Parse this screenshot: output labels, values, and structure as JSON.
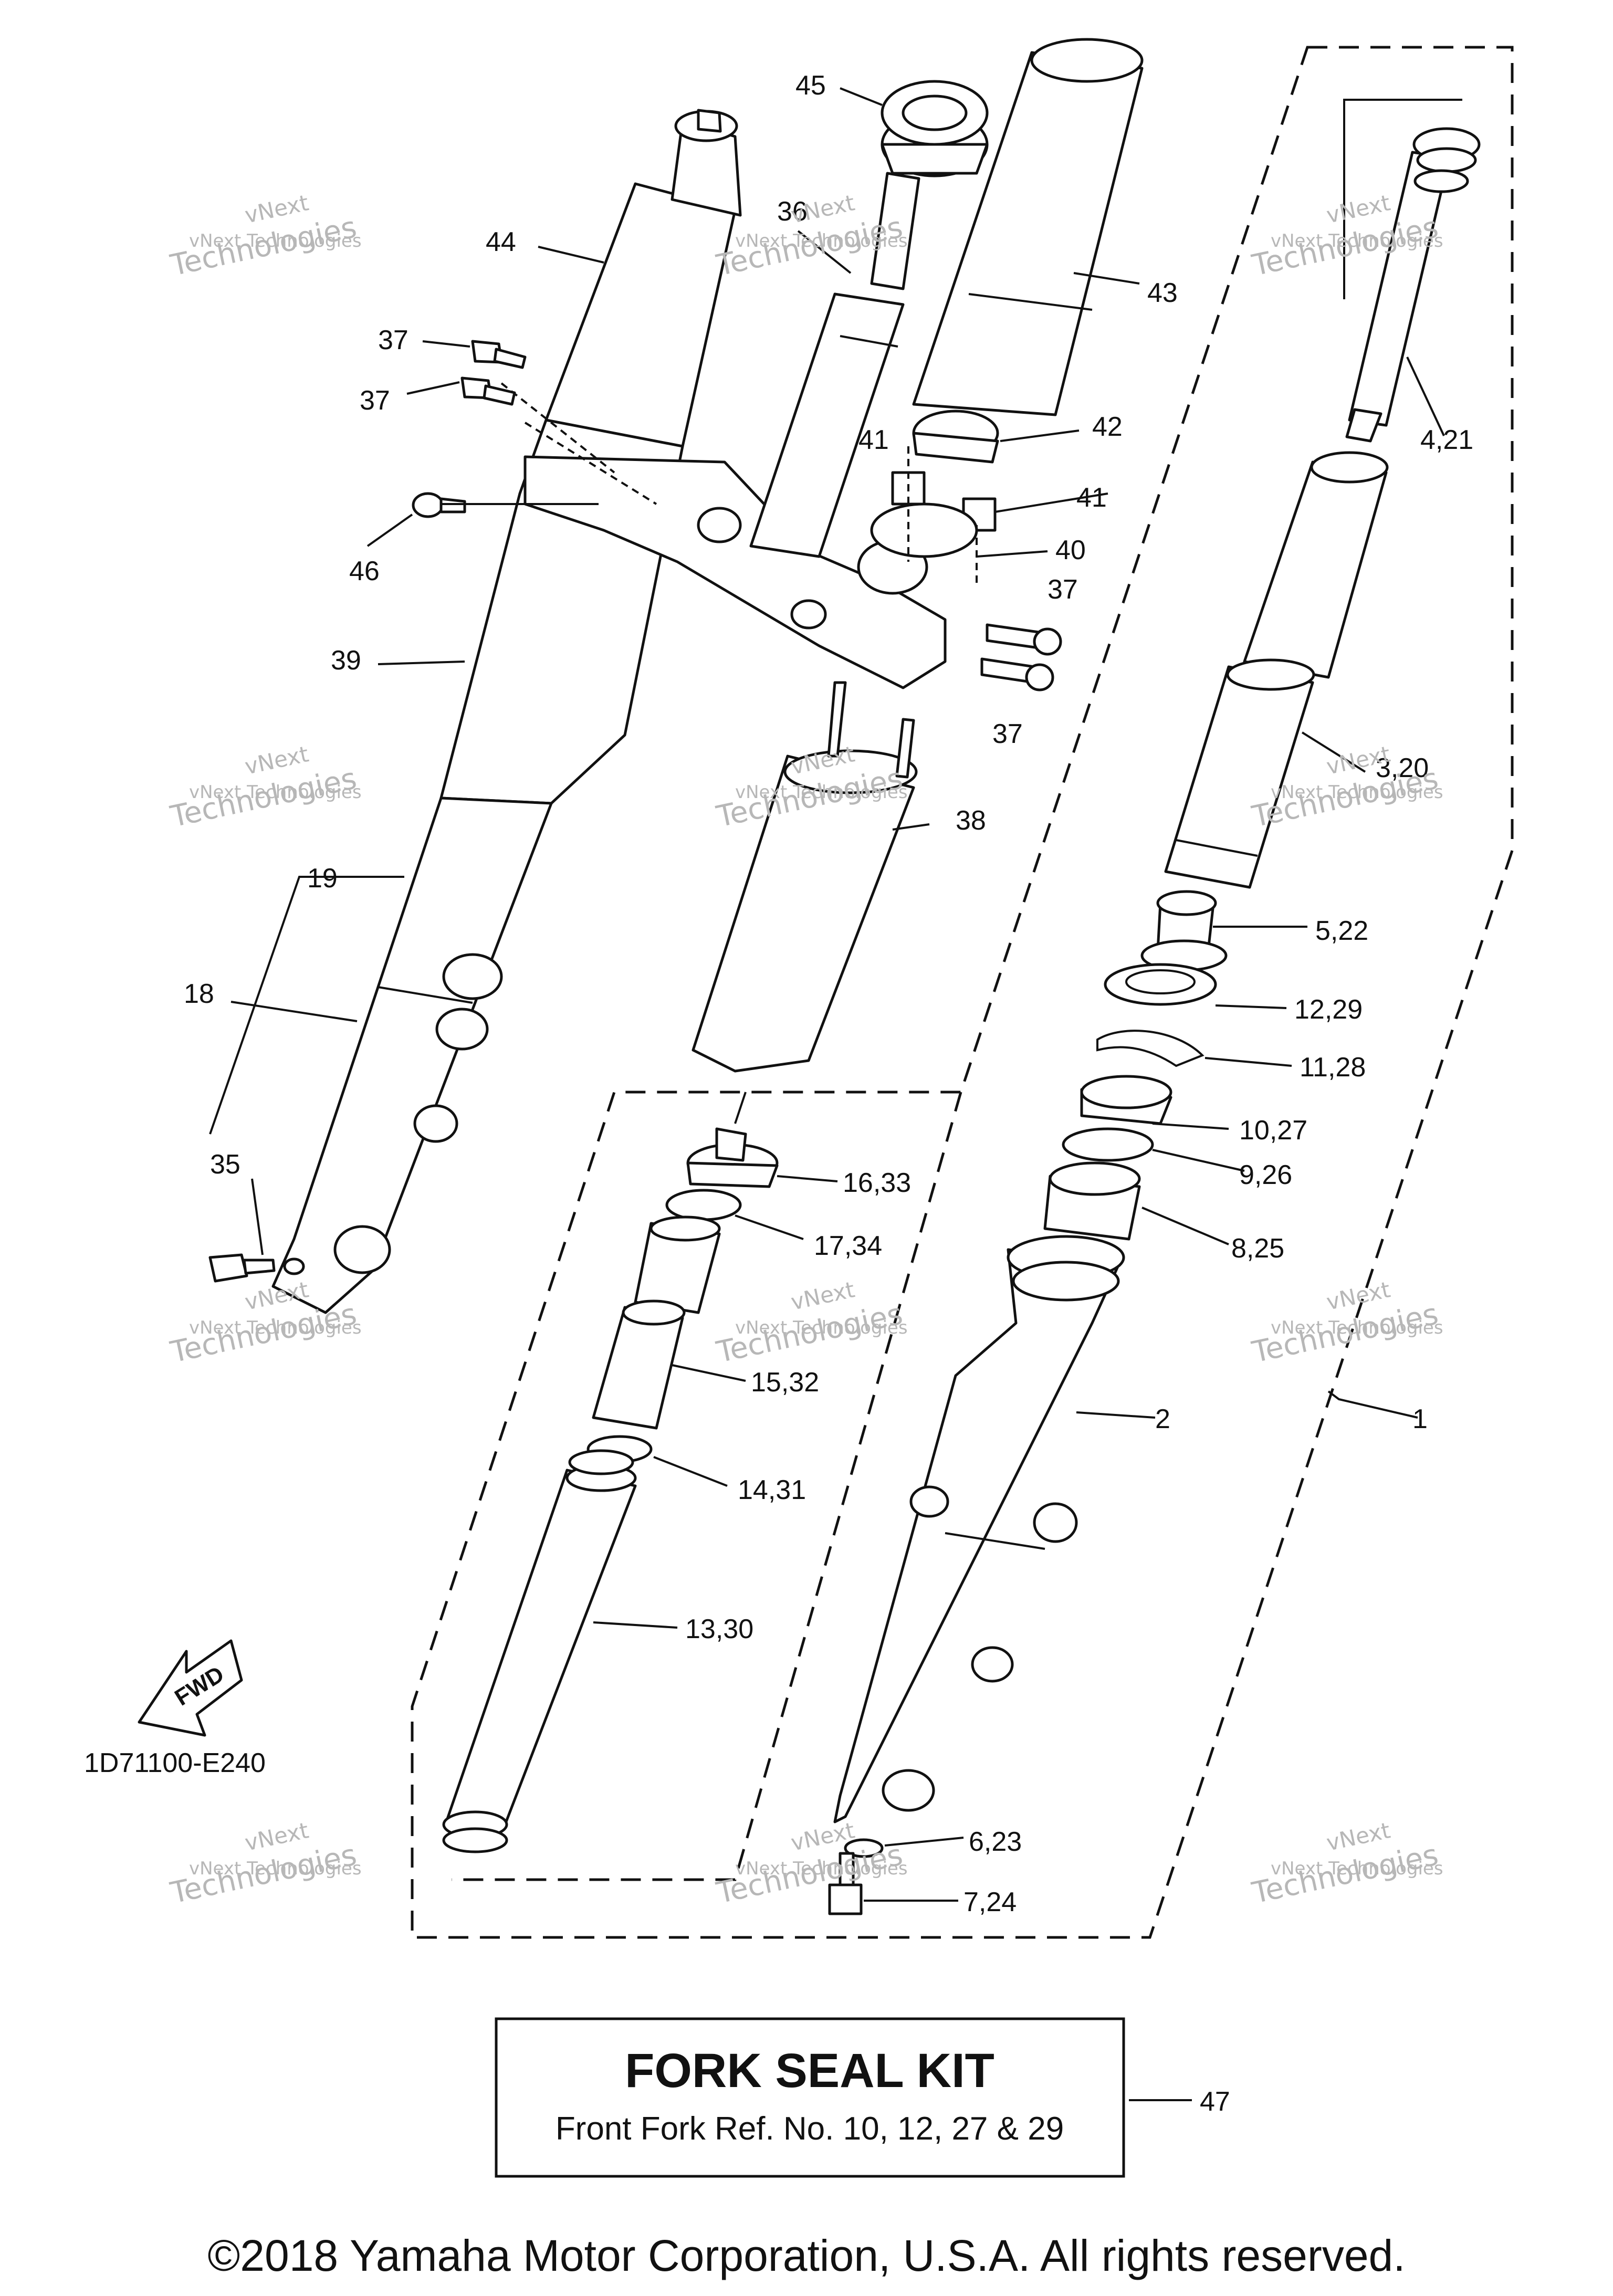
{
  "diagram_code": "1D71100-E240",
  "fwd_label": "FWD",
  "watermark": {
    "line1": "vNext",
    "line2": "vNext Technologies",
    "line3": "Technologies"
  },
  "labels": {
    "p1": "1",
    "p2": "2",
    "p3_20": "3,20",
    "p4_21": "4,21",
    "p5_22": "5,22",
    "p6_23": "6,23",
    "p7_24": "7,24",
    "p8_25": "8,25",
    "p9_26": "9,26",
    "p10_27": "10,27",
    "p11_28": "11,28",
    "p12_29": "12,29",
    "p13_30": "13,30",
    "p14_31": "14,31",
    "p15_32": "15,32",
    "p16_33": "16,33",
    "p17_34": "17,34",
    "p18": "18",
    "p19": "19",
    "p35": "35",
    "p36": "36",
    "p37a": "37",
    "p37b": "37",
    "p37c": "37",
    "p37d": "37",
    "p38": "38",
    "p39": "39",
    "p40": "40",
    "p41a": "41",
    "p41b": "41",
    "p42": "42",
    "p43": "43",
    "p44": "44",
    "p45": "45",
    "p46": "46",
    "p47": "47"
  },
  "kit": {
    "title": "FORK SEAL KIT",
    "subtitle": "Front Fork Ref. No. 10, 12, 27 & 29"
  },
  "copyright": "©2018 Yamaha Motor Corporation, U.S.A. All rights reserved."
}
